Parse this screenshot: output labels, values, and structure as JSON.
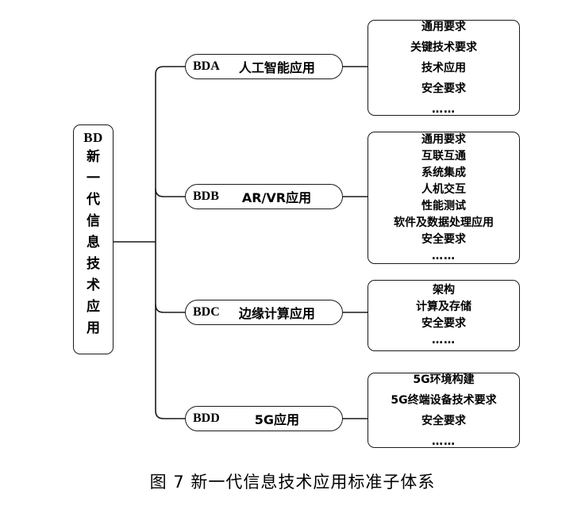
{
  "figure": {
    "caption": "图 7  新一代信息技术应用标准子体系",
    "line_color": "#1a1a1a",
    "background": "#ffffff"
  },
  "root": {
    "code": "BD",
    "name": "新一代信息技术应用"
  },
  "branches": [
    {
      "code": "BDA",
      "name": "人工智能应用",
      "details": [
        "通用要求",
        "关键技术要求",
        "技术应用",
        "安全要求",
        "……"
      ]
    },
    {
      "code": "BDB",
      "name": "AR/VR应用",
      "details": [
        "通用要求",
        "互联互通",
        "系统集成",
        "人机交互",
        "性能测试",
        "软件及数据处理应用",
        "安全要求",
        "……"
      ]
    },
    {
      "code": "BDC",
      "name": "边缘计算应用",
      "details": [
        "架构",
        "计算及存储",
        "安全要求",
        "……"
      ]
    },
    {
      "code": "BDD",
      "name": "5G应用",
      "details": [
        "5G环境构建",
        "5G终端设备技术要求",
        "安全要求",
        "……"
      ]
    }
  ]
}
